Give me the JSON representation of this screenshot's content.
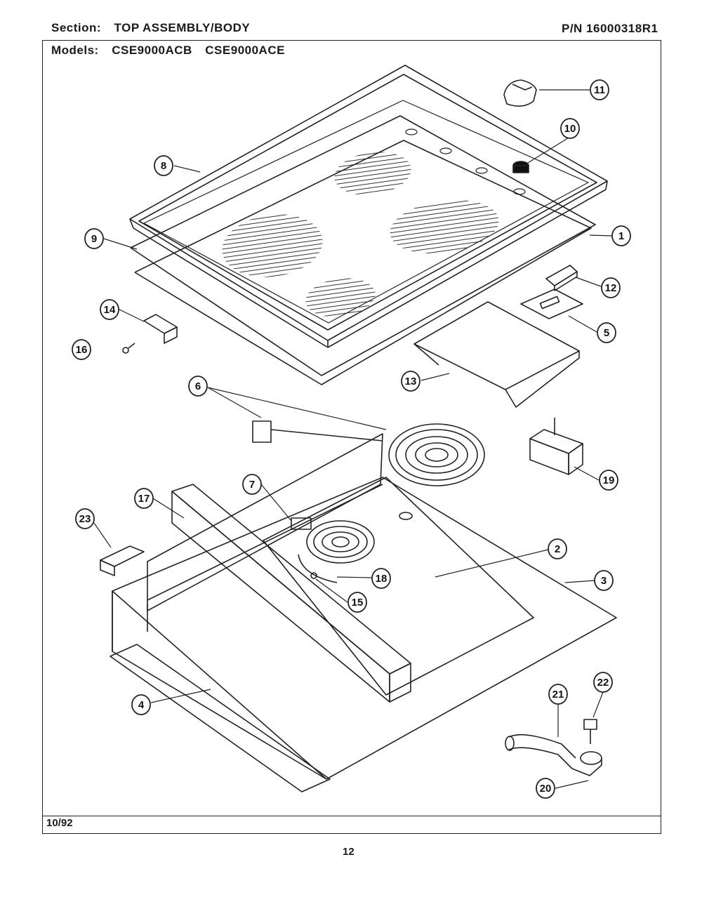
{
  "header": {
    "section_label": "Section:",
    "section_value": "TOP ASSEMBLY/BODY",
    "pn": "P/N 16000318R1",
    "models_label": "Models:",
    "model_1": "CSE9000ACB",
    "model_2": "CSE9000ACE"
  },
  "callouts": [
    "1",
    "2",
    "3",
    "4",
    "5",
    "6",
    "7",
    "8",
    "9",
    "10",
    "11",
    "12",
    "13",
    "14",
    "15",
    "16",
    "17",
    "18",
    "19",
    "20",
    "21",
    "22",
    "23"
  ],
  "footer": {
    "date": "10/92",
    "page": "12"
  }
}
